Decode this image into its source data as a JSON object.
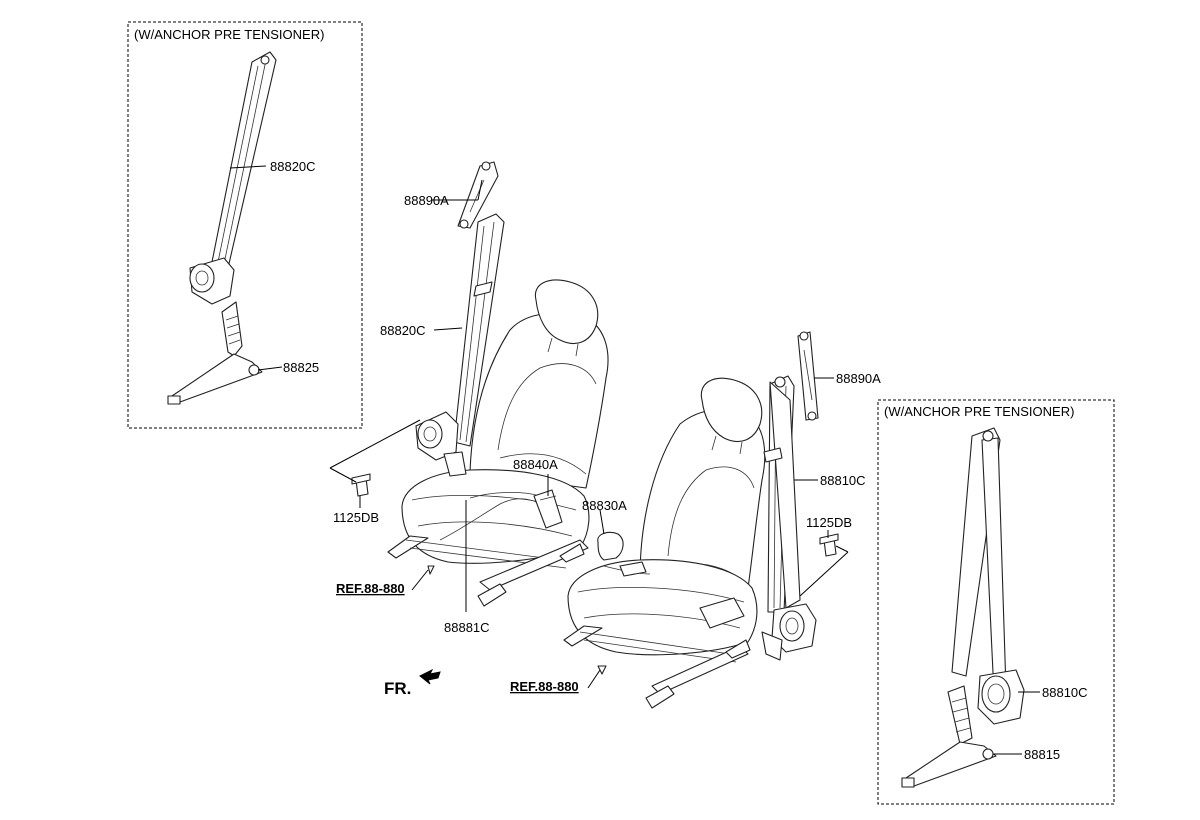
{
  "boxes": {
    "left_title": "(W/ANCHOR PRE TENSIONER)",
    "right_title": "(W/ANCHOR PRE TENSIONER)"
  },
  "labels": {
    "b_88820C": "88820C",
    "b_88825": "88825",
    "m_88890A": "88890A",
    "m_88820C": "88820C",
    "m_1125DB": "1125DB",
    "m_88840A": "88840A",
    "m_88830A": "88830A",
    "m_88881C": "88881C",
    "r_88890A": "88890A",
    "r_88810C": "88810C",
    "r_1125DB": "1125DB",
    "br_88810C": "88810C",
    "br_88815": "88815"
  },
  "refs": {
    "ref1": "REF.88-880",
    "ref2": "REF.88-880"
  },
  "orientation": {
    "fr": "FR."
  }
}
